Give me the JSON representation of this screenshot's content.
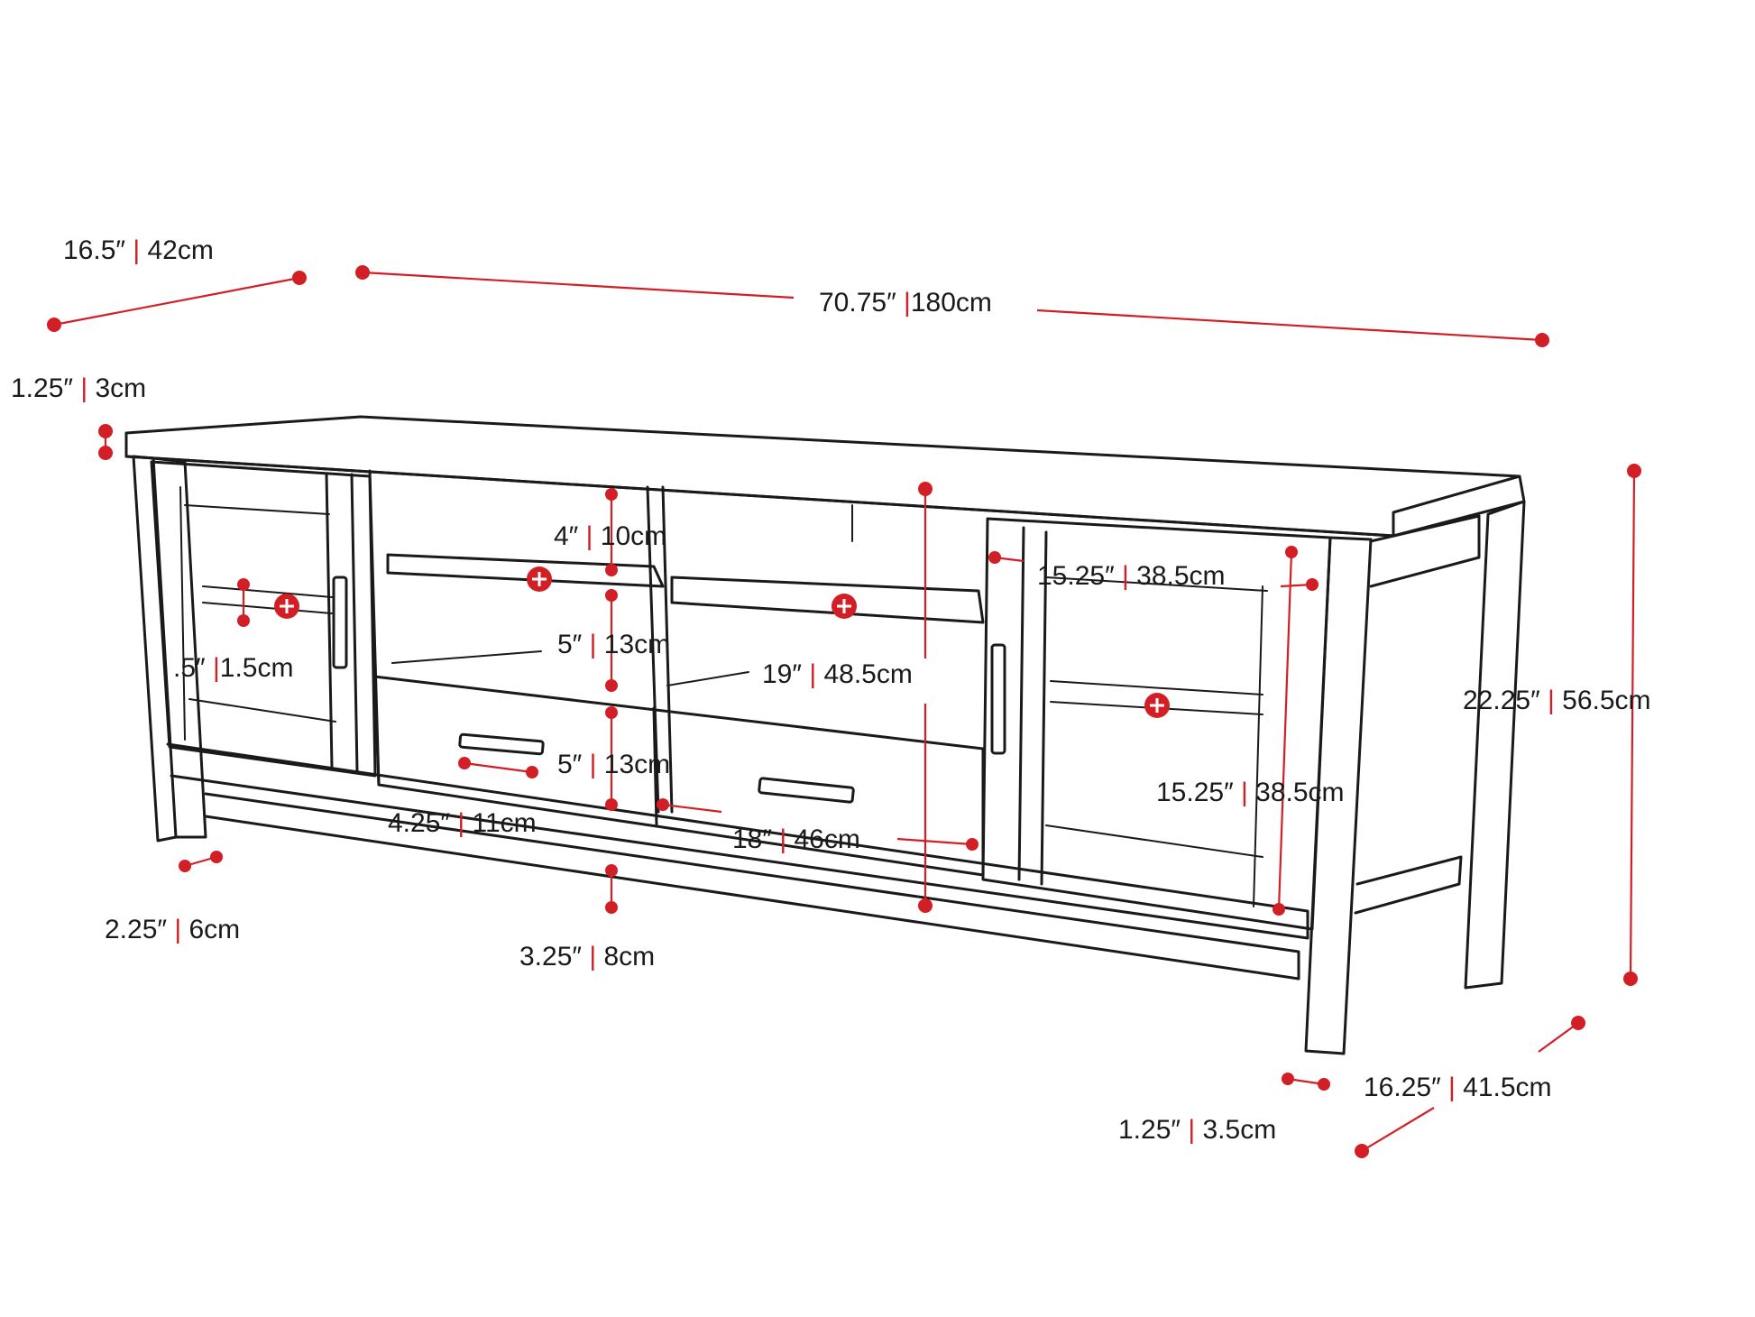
{
  "colors": {
    "dimension": "#d21f26",
    "outline": "#1a1a1a",
    "background": "#ffffff"
  },
  "icons": [
    "dimension-dot",
    "shelf-pin-icon"
  ],
  "dimensions": [
    {
      "id": "depth-top",
      "imperial": "16.5″",
      "metric": "42cm"
    },
    {
      "id": "width",
      "imperial": "70.75″",
      "metric": "180cm"
    },
    {
      "id": "top-thickness",
      "imperial": "1.25″",
      "metric": "3cm"
    },
    {
      "id": "left-shelf-thickness",
      "imperial": ".5″",
      "metric": "1.5cm"
    },
    {
      "id": "center-top-gap",
      "imperial": "4″",
      "metric": "10cm"
    },
    {
      "id": "center-shelf-gap",
      "imperial": "5″",
      "metric": "13cm"
    },
    {
      "id": "drawer-height",
      "imperial": "5″",
      "metric": "13cm"
    },
    {
      "id": "drawer-handle-width",
      "imperial": "4.25″",
      "metric": "11cm"
    },
    {
      "id": "center-height",
      "imperial": "19″",
      "metric": "48.5cm"
    },
    {
      "id": "drawer-width",
      "imperial": "18″",
      "metric": "46cm"
    },
    {
      "id": "door-width",
      "imperial": "15.25″",
      "metric": "38.5cm"
    },
    {
      "id": "door-height",
      "imperial": "15.25″",
      "metric": "38.5cm"
    },
    {
      "id": "overall-height",
      "imperial": "22.25″",
      "metric": "56.5cm"
    },
    {
      "id": "leg-width",
      "imperial": "2.25″",
      "metric": "6cm"
    },
    {
      "id": "bottom-clearance",
      "imperial": "3.25″",
      "metric": "8cm"
    },
    {
      "id": "depth-bottom",
      "imperial": "16.25″",
      "metric": "41.5cm"
    },
    {
      "id": "leg-thickness",
      "imperial": "1.25″",
      "metric": "3.5cm"
    }
  ]
}
